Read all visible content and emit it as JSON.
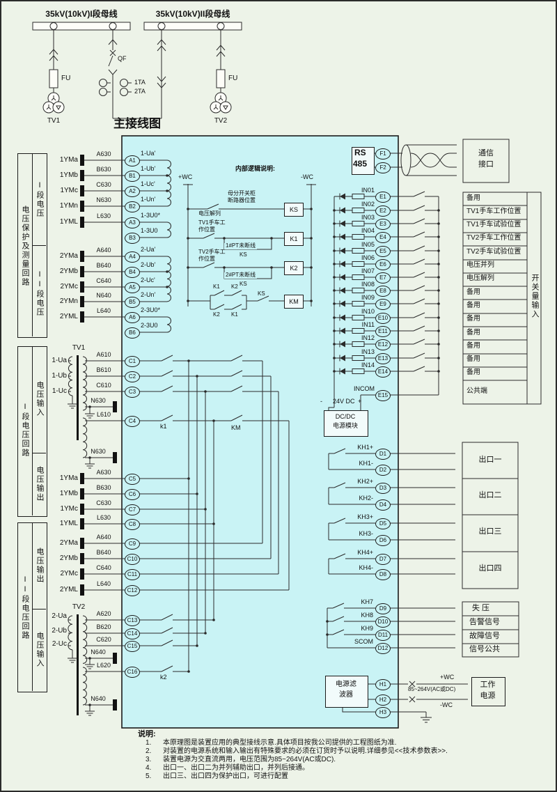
{
  "main_diagram": {
    "title": "主接线图",
    "bus1": "35kV(10kV)I段母线",
    "bus2": "35kV(10kV)II段母线",
    "tv1": "TV1",
    "tv2": "TV2",
    "fu_left": "FU",
    "fu_right": "FU",
    "qf": "QF",
    "ta1": "1TA",
    "ta2": "2TA"
  },
  "left_boxes": {
    "box1": {
      "outer": "电压保护及测量回路",
      "top": "I段电压",
      "bottom": "II段电压"
    },
    "box2": {
      "outer": "I段电压回路",
      "top": "电压输入",
      "bottom": "电压输出"
    },
    "box3": {
      "outer": "II段电压回路",
      "top": "电压输出",
      "bottom": "电压输入"
    }
  },
  "vin1": {
    "rows": [
      {
        "term": "1YMa",
        "wire": "A630",
        "pin": "A1",
        "sig": "1-Ua'"
      },
      {
        "term": "1YMb",
        "wire": "B630",
        "pin": "B1",
        "sig": "1-Ub'"
      },
      {
        "term": "1YMc",
        "wire": "C630",
        "pin": "A2",
        "sig": "1-Uc'"
      },
      {
        "term": "1YMn",
        "wire": "N630",
        "pin": "B2",
        "sig": "1-Un'"
      },
      {
        "term": "1YML",
        "wire": "L630",
        "pin": "A3",
        "sig": "1-3U0*"
      },
      {
        "pin": "B3",
        "sig": "1-3U0"
      }
    ]
  },
  "vin2": {
    "rows": [
      {
        "term": "2YMa",
        "wire": "A640",
        "pin": "A4",
        "sig": "2-Ua'"
      },
      {
        "term": "2YMb",
        "wire": "B640",
        "pin": "B4",
        "sig": "2-Ub'"
      },
      {
        "term": "2YMc",
        "wire": "C640",
        "pin": "A5",
        "sig": "2-Uc'"
      },
      {
        "term": "2YMn",
        "wire": "N640",
        "pin": "B5",
        "sig": "2-Un'"
      },
      {
        "term": "2YML",
        "wire": "L640",
        "pin": "A6",
        "sig": "2-3U0*"
      },
      {
        "pin": "B6",
        "sig": "2-3U0"
      }
    ]
  },
  "tv1": {
    "label": "TV1",
    "primary": [
      "1-Ua",
      "1-Ub",
      "1-Uc"
    ],
    "rows": [
      {
        "wire": "A610",
        "pin": "C1"
      },
      {
        "wire": "B610",
        "pin": "C2"
      },
      {
        "wire": "C610",
        "pin": "C3"
      }
    ],
    "n1": "N630",
    "l": {
      "wire": "L610",
      "pin": "C4"
    },
    "n2": "N630",
    "k": "k1"
  },
  "tv2": {
    "label": "TV2",
    "primary": [
      "2-Ua",
      "2-Ub",
      "2-Uc"
    ],
    "rows": [
      {
        "wire": "A620",
        "pin": "C13"
      },
      {
        "wire": "B620",
        "pin": "C14"
      },
      {
        "wire": "C620",
        "pin": "C15"
      }
    ],
    "n1": "N640",
    "l": {
      "wire": "L620",
      "pin": "C16"
    },
    "n2": "N640",
    "k": "k2"
  },
  "vout1": {
    "rows": [
      {
        "term": "1YMa",
        "wire": "A630",
        "pin": "C5"
      },
      {
        "term": "1YMb",
        "wire": "B630",
        "pin": "C6"
      },
      {
        "term": "1YMc",
        "wire": "C630",
        "pin": "C7"
      },
      {
        "term": "1YML",
        "wire": "L630",
        "pin": "C8"
      }
    ]
  },
  "vout2": {
    "rows": [
      {
        "term": "2YMa",
        "wire": "A640",
        "pin": "C9"
      },
      {
        "term": "2YMb",
        "wire": "B640",
        "pin": "C10"
      },
      {
        "term": "2YMc",
        "wire": "C640",
        "pin": "C11"
      },
      {
        "term": "2YML",
        "wire": "L640",
        "pin": "C12"
      }
    ]
  },
  "logic": {
    "title": "内部逻辑说明:",
    "wc_plus": "+WC",
    "wc_minus": "-WC",
    "row1": {
      "above1": "母分开关柜",
      "above2": "断路器位置",
      "below": "电压解列",
      "relay": "KS"
    },
    "row2": {
      "l1": "TV1手车工",
      "l2": "作位置",
      "branch": "1#PT未断线",
      "branch_ks": "KS",
      "relay": "K1"
    },
    "row3": {
      "l1": "TV2手车工",
      "l2": "作位置",
      "branch": "2#PT未断线",
      "branch_ks": "KS",
      "relay": "K2"
    },
    "row4": {
      "tl": "K1",
      "tr": "K2",
      "bl": "K2",
      "br": "K1",
      "ks": "KS",
      "relay": "KM"
    }
  },
  "rs485": {
    "l1": "RS",
    "l2": "485",
    "f1": "F1",
    "f2": "F2"
  },
  "comm": {
    "l1": "通信",
    "l2": "接口"
  },
  "bin": {
    "strip": "开关量输入",
    "rows": [
      {
        "code": "IN01",
        "pin": "E1",
        "label": "备用"
      },
      {
        "code": "IN02",
        "pin": "E2",
        "label": "TV1手车工作位置"
      },
      {
        "code": "IN03",
        "pin": "E3",
        "label": "TV1手车试验位置"
      },
      {
        "code": "IN04",
        "pin": "E4",
        "label": "TV2手车工作位置"
      },
      {
        "code": "IN05",
        "pin": "E5",
        "label": "TV2手车试验位置"
      },
      {
        "code": "IN06",
        "pin": "E6",
        "label": "电压并列"
      },
      {
        "code": "IN07",
        "pin": "E7",
        "label": "电压解列"
      },
      {
        "code": "IN08",
        "pin": "E8",
        "label": "备用"
      },
      {
        "code": "IN09",
        "pin": "E9",
        "label": "备用"
      },
      {
        "code": "IN10",
        "pin": "E10",
        "label": "备用"
      },
      {
        "code": "IN11",
        "pin": "E11",
        "label": "备用"
      },
      {
        "code": "IN12",
        "pin": "E12",
        "label": "备用"
      },
      {
        "code": "IN13",
        "pin": "E13",
        "label": "备用"
      },
      {
        "code": "IN14",
        "pin": "E14",
        "label": "备用"
      }
    ],
    "incom": {
      "code": "INCOM",
      "pin": "E15",
      "label": "公共端"
    }
  },
  "dcdc": {
    "minus": "-",
    "volt": "24V DC",
    "plus": "+",
    "l1": "DC/DC",
    "l2": "电源模块"
  },
  "out": {
    "pairs": [
      {
        "p": "KH1+",
        "m": "KH1-",
        "pp": "D1",
        "pm": "D2",
        "label": "出口一"
      },
      {
        "p": "KH2+",
        "m": "KH2-",
        "pp": "D3",
        "pm": "D4",
        "label": "出口二"
      },
      {
        "p": "KH3+",
        "m": "KH3-",
        "pp": "D5",
        "pm": "D6",
        "label": "出口三"
      },
      {
        "p": "KH4+",
        "m": "KH4-",
        "pp": "D7",
        "pm": "D8",
        "label": "出口四"
      }
    ]
  },
  "sig": {
    "rows": [
      {
        "code": "KH7",
        "pin": "D9",
        "label": "失 压"
      },
      {
        "code": "KH8",
        "pin": "D10",
        "label": "告警信号"
      },
      {
        "code": "KH9",
        "pin": "D11",
        "label": "故障信号"
      },
      {
        "code": "SCOM",
        "pin": "D12",
        "label": "信号公共"
      }
    ]
  },
  "power": {
    "f1": "电源滤",
    "f2": "波器",
    "h1": "H1",
    "h2": "H2",
    "h3": "H3",
    "wcp": "+WC",
    "range": "85~264V(AC或DC)",
    "wcm": "-WC",
    "b1": "工作",
    "b2": "电源"
  },
  "notes": {
    "title": "说明:",
    "items": [
      {
        "n": "1.",
        "t": "本原理图是装置应用的典型接线示意.具体项目按我公司提供的工程图纸为准."
      },
      {
        "n": "2.",
        "t": "对装置的电源系统和输入输出有特殊要求的必须在订货时予以说明.详细参见<<技术参数表>>."
      },
      {
        "n": "3.",
        "t": "装置电源为交直流两用，电压范围为85~264V(AC或DC)."
      },
      {
        "n": "4.",
        "t": "出口一、出口二为并列辅助出口，并列后接通。"
      },
      {
        "n": "5.",
        "t": "出口三、出口四为保护出口，可进行配置"
      }
    ]
  }
}
